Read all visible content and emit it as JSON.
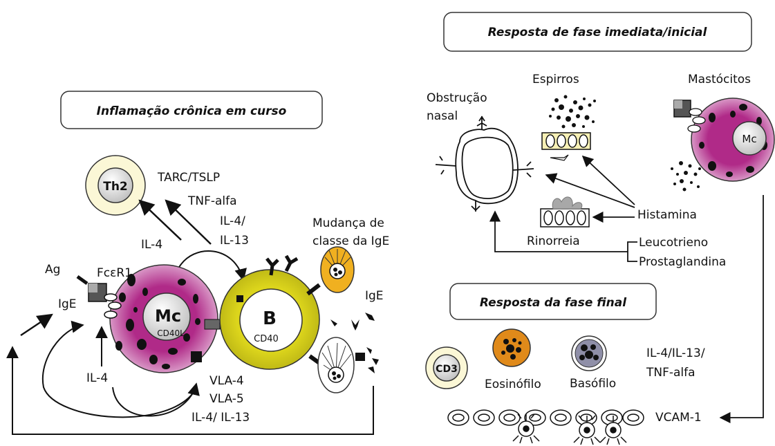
{
  "titles": {
    "chronic": "Inflamação crônica em curso",
    "immediate": "Resposta de fase imediata/inicial",
    "late": "Resposta da fase final"
  },
  "chronic": {
    "th2": "Th2",
    "tarc": "TARC/TSLP",
    "tnf": "TNF-alfa",
    "il4_a": "IL-4",
    "il4_13_line1": "IL-4/",
    "il4_13_line2": "IL-13",
    "mudanca_line1": "Mudança de",
    "mudanca_line2": "classe da IgE",
    "ag": "Ag",
    "fcer1": "FcεR1",
    "ige_left": "IgE",
    "mc": "Mc",
    "cd40l": "CD40L",
    "b": "B",
    "cd40": "CD40",
    "ige_right": "IgE",
    "il4_b": "IL-4",
    "vla4": "VLA-4",
    "vla5": "VLA-5",
    "il4_il13": "IL-4/ IL-13"
  },
  "immediate": {
    "obstrucao_line1": "Obstrução",
    "obstrucao_line2": "nasal",
    "espirros": "Espirros",
    "mastocitos": "Mastócitos",
    "mc": "Mc",
    "histamina": "Histamina",
    "rinorreia": "Rinorreia",
    "leucotrieno": "Leucotrieno",
    "prostaglandina": "Prostaglandina"
  },
  "late": {
    "cd3": "CD3",
    "eosinofilo": "Eosinófilo",
    "basofilo": "Basófilo",
    "cytokines_line1": "IL-4/IL-13/",
    "cytokines_line2": "TNF-alfa",
    "vcam": "VCAM-1"
  },
  "colors": {
    "mast_cell": "#a8217f",
    "mast_cell_light": "#d99cc8",
    "b_cell_ring": "#d4cf1e",
    "th2_ring": "#fbf7d6",
    "eosinophil": "#e08a1a",
    "plasma": "#f0b020",
    "basophil": "#8f8fa8"
  }
}
